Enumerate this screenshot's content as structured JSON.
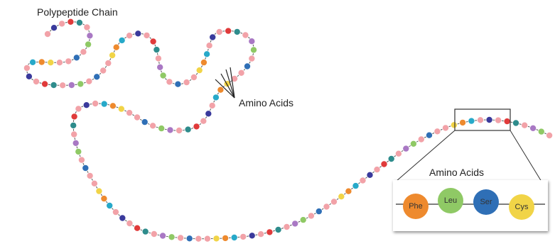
{
  "title": "Polypeptide Chain",
  "callout_label": "Amino Acids",
  "inset": {
    "title": "Amino Acids",
    "residues": [
      {
        "label": "Phe",
        "color": "#ee8a2e"
      },
      {
        "label": "Leu",
        "color": "#8fc965"
      },
      {
        "label": "Ser",
        "color": "#2f6fb6"
      },
      {
        "label": "Cys",
        "color": "#f1d447"
      }
    ]
  },
  "palette": [
    "#f2a2a8",
    "#f2a2a8",
    "#ee8a2e",
    "#2f6fb6",
    "#f2a2a8",
    "#8fc965",
    "#e03a3a",
    "#f2a2a8",
    "#3a3a9c",
    "#f1d447",
    "#27a9c9",
    "#f2a2a8",
    "#a978c4",
    "#f2a2a8",
    "#2e8c8c"
  ]
}
